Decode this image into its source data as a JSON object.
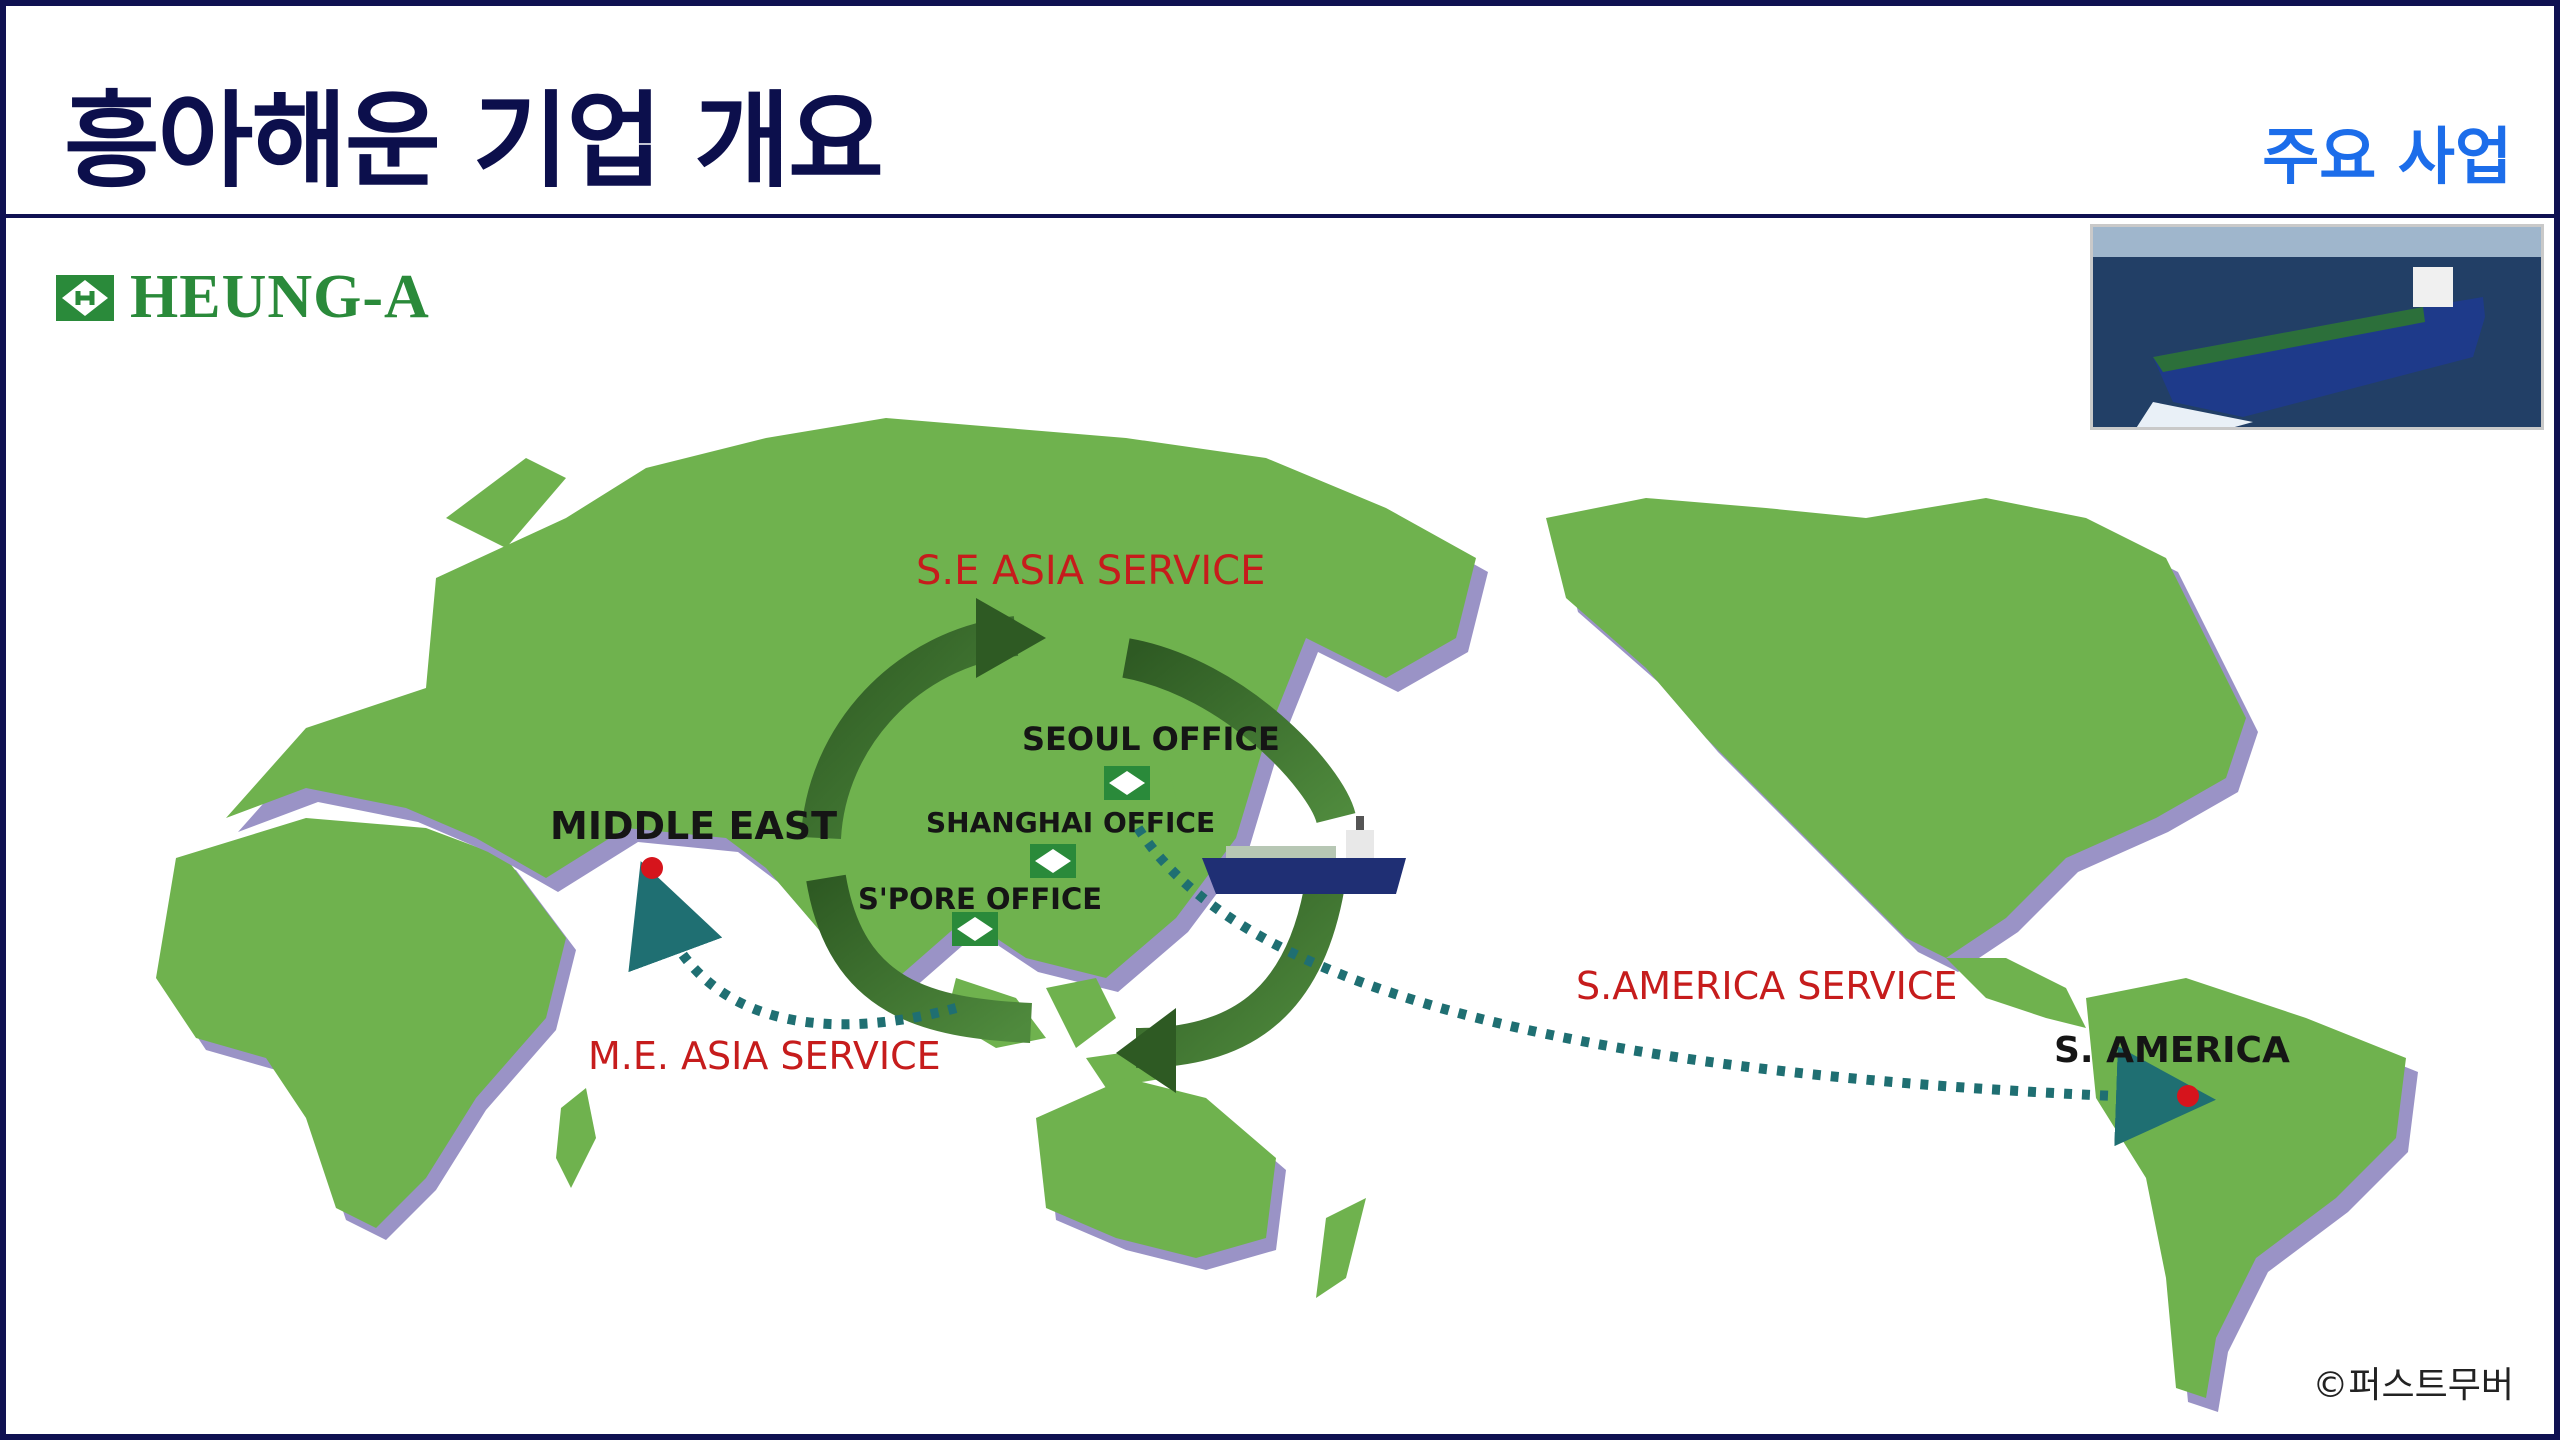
{
  "header": {
    "title": "흥아해운 기업 개요",
    "subtitle": "주요 사업"
  },
  "logo": {
    "text": "HEUNG-A"
  },
  "map": {
    "places": {
      "middle_east": "MIDDLE EAST",
      "seoul": "SEOUL OFFICE",
      "shanghai": "SHANGHAI OFFICE",
      "singapore": "S'PORE OFFICE",
      "south_america": "S. AMERICA"
    },
    "services": {
      "se_asia": "S.E ASIA SERVICE",
      "me_asia": "M.E. ASIA SERVICE",
      "s_america": "S.AMERICA SERVICE"
    }
  },
  "colors": {
    "land": "#6fb24e",
    "land_shadow": "#9a93c6",
    "route": "#1f6f72",
    "arrow": "#2e5a23",
    "service_text": "#c61c1c",
    "title": "#0c0f4c",
    "subtitle": "#1c6dea"
  },
  "footer": {
    "copyright": "©퍼스트무버"
  }
}
